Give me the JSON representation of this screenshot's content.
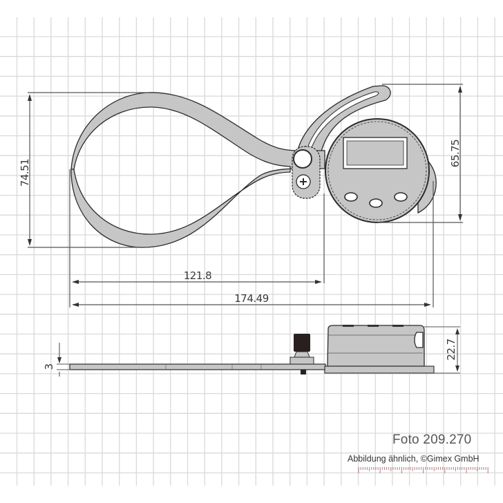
{
  "drawing": {
    "title": "Technical dimension drawing of digital outside caliper gauge",
    "top_view": {
      "dimensions": {
        "height_left": "74.51",
        "height_right": "65.75",
        "length_to_pivot": "121.8",
        "total_length": "174.49"
      }
    },
    "side_view": {
      "dimensions": {
        "arm_thickness": "3",
        "gauge_height": "22.7"
      }
    },
    "display": {
      "buttons": 3
    }
  },
  "caption": {
    "photo": "Foto 209.270",
    "note": "Abbildung ähnlich, ©Gimex GmbH"
  },
  "colors": {
    "grid": "#d6d6d6",
    "part_fill": "#c6c6c6",
    "outline": "#2b2b2b",
    "dim_line": "#555555",
    "ruler_tick": "#b07a7a",
    "knob": "#2a1f1f"
  }
}
